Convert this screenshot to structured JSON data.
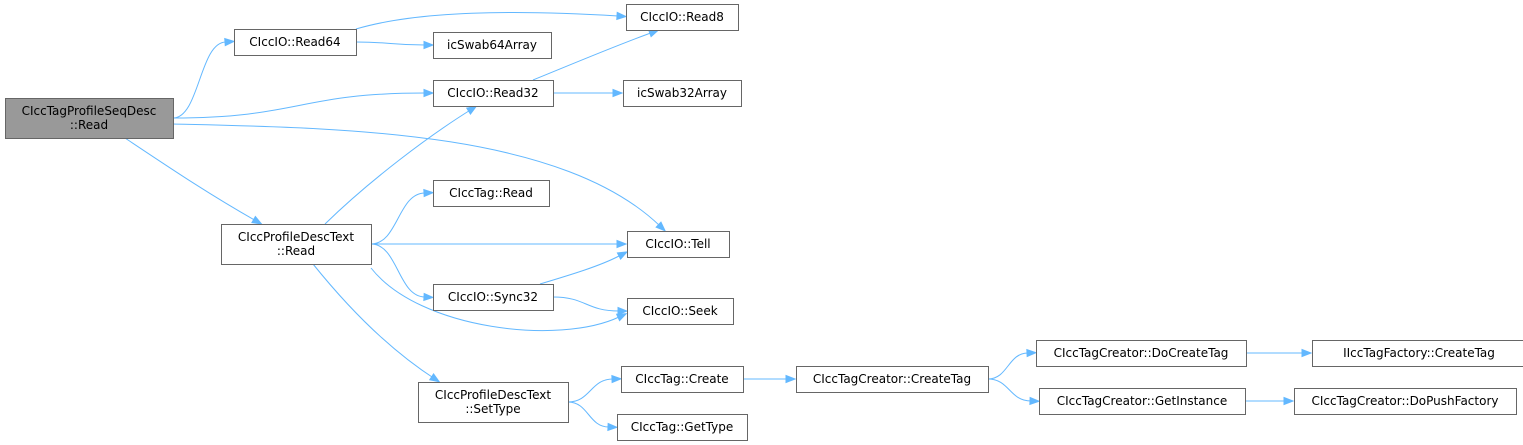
{
  "diagram": {
    "nodes": [
      {
        "id": "root",
        "lines": [
          "CIccTagProfileSeqDesc",
          "::Read"
        ],
        "root": true
      },
      {
        "id": "read64",
        "lines": [
          "CIccIO::Read64"
        ]
      },
      {
        "id": "read8",
        "lines": [
          "CIccIO::Read8"
        ]
      },
      {
        "id": "swab64",
        "lines": [
          "icSwab64Array"
        ]
      },
      {
        "id": "read32",
        "lines": [
          "CIccIO::Read32"
        ]
      },
      {
        "id": "swab32",
        "lines": [
          "icSwab32Array"
        ]
      },
      {
        "id": "tagread",
        "lines": [
          "CIccTag::Read"
        ]
      },
      {
        "id": "pdtread",
        "lines": [
          "CIccProfileDescText",
          "::Read"
        ]
      },
      {
        "id": "tell",
        "lines": [
          "CIccIO::Tell"
        ]
      },
      {
        "id": "sync32",
        "lines": [
          "CIccIO::Sync32"
        ]
      },
      {
        "id": "seek",
        "lines": [
          "CIccIO::Seek"
        ]
      },
      {
        "id": "settype",
        "lines": [
          "CIccProfileDescText",
          "::SetType"
        ]
      },
      {
        "id": "create",
        "lines": [
          "CIccTag::Create"
        ]
      },
      {
        "id": "gettype",
        "lines": [
          "CIccTag::GetType"
        ]
      },
      {
        "id": "createtag",
        "lines": [
          "CIccTagCreator::CreateTag"
        ]
      },
      {
        "id": "docreatetag",
        "lines": [
          "CIccTagCreator::DoCreateTag"
        ]
      },
      {
        "id": "getinstance",
        "lines": [
          "CIccTagCreator::GetInstance"
        ]
      },
      {
        "id": "factorycreate",
        "lines": [
          "IIccTagFactory::CreateTag"
        ]
      },
      {
        "id": "dopush",
        "lines": [
          "CIccTagCreator::DoPushFactory"
        ]
      }
    ],
    "edges": [
      [
        "root",
        "read64"
      ],
      [
        "root",
        "read32"
      ],
      [
        "root",
        "tell"
      ],
      [
        "root",
        "pdtread"
      ],
      [
        "read64",
        "read8"
      ],
      [
        "read64",
        "swab64"
      ],
      [
        "read32",
        "read8"
      ],
      [
        "read32",
        "swab32"
      ],
      [
        "pdtread",
        "read32"
      ],
      [
        "pdtread",
        "tagread"
      ],
      [
        "pdtread",
        "tell"
      ],
      [
        "pdtread",
        "sync32"
      ],
      [
        "pdtread",
        "seek"
      ],
      [
        "pdtread",
        "settype"
      ],
      [
        "sync32",
        "tell"
      ],
      [
        "sync32",
        "seek"
      ],
      [
        "settype",
        "create"
      ],
      [
        "settype",
        "gettype"
      ],
      [
        "create",
        "createtag"
      ],
      [
        "createtag",
        "docreatetag"
      ],
      [
        "createtag",
        "getinstance"
      ],
      [
        "docreatetag",
        "factorycreate"
      ],
      [
        "getinstance",
        "dopush"
      ]
    ],
    "colors": {
      "edge": "#63b8ff",
      "root_fill": "#999999",
      "node_border": "#666666"
    }
  }
}
